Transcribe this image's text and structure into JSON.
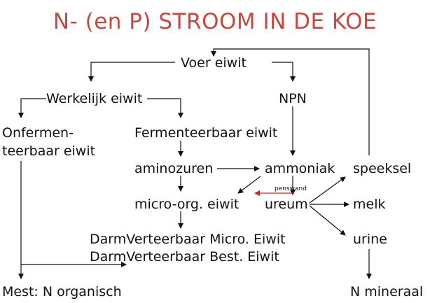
{
  "title": "N- (en P) STROOM IN DE KOE",
  "nodes": {
    "voer_eiwit": "Voer eiwit",
    "werkelijk_eiwit": "Werkelijk eiwit",
    "npn": "NPN",
    "onfermenteerbaar_line1": "Onfermen-",
    "onfermenteerbaar_line2": "teerbaar eiwit",
    "fermenteerbaar_eiwit": "Fermenteerbaar eiwit",
    "aminozuren": "aminozuren",
    "ammoniak": "ammoniak",
    "speeksel": "speeksel",
    "penswand": "penswand",
    "micro_org_eiwit": "micro-org. eiwit",
    "ureum": "ureum",
    "melk": "melk",
    "darm_micro": "DarmVerteerbaar Micro. Eiwit",
    "darm_best": "DarmVerteerbaar Best. Eiwit",
    "urine": "urine",
    "mest": "Mest: N organisch",
    "n_mineraal": "N mineraal"
  },
  "colors": {
    "title": "#c9473e",
    "text": "#111111",
    "arrow": "#111111",
    "penswand_arrow": "#d42020"
  }
}
